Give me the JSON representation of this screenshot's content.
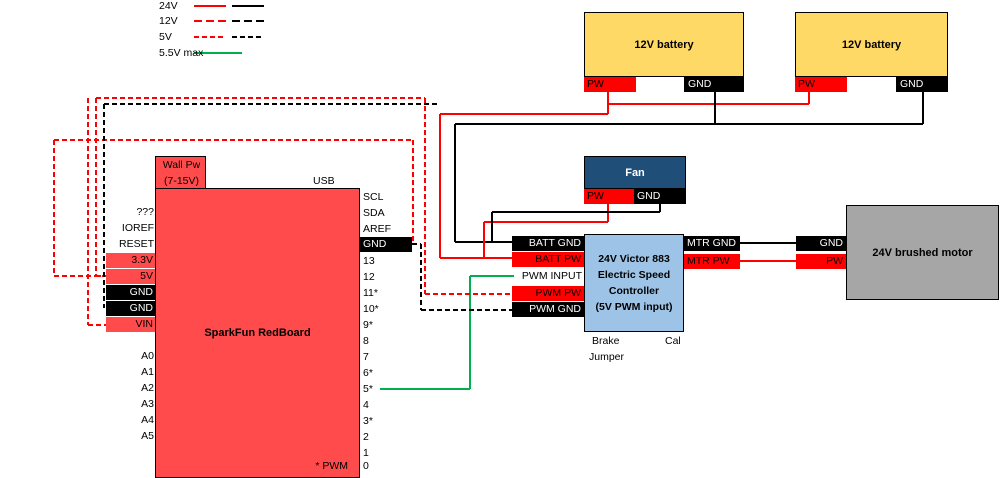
{
  "legend": [
    {
      "label": "24V",
      "color": "#ff0000",
      "style": "solid",
      "color2": "#000000",
      "style2": "solid"
    },
    {
      "label": "12V",
      "color": "#ff0000",
      "style": "dashed",
      "color2": "#000000",
      "style2": "dashed"
    },
    {
      "label": "5V",
      "color": "#ff0000",
      "style": "dashed",
      "color2": "#000000",
      "style2": "dashed"
    },
    {
      "label": "5.5V max",
      "color": "#00b050",
      "style": "solid"
    }
  ],
  "battery1": {
    "title": "12V battery",
    "pw": "PW",
    "gnd": "GND"
  },
  "battery2": {
    "title": "12V battery",
    "pw": "PW",
    "gnd": "GND"
  },
  "fan": {
    "title": "Fan",
    "pw": "PW",
    "gnd": "GND"
  },
  "esc": {
    "title_line1": "24V Victor 883",
    "title_line2": "Electric Speed",
    "title_line3": "Controller",
    "title_line4": "(5V PWM input)",
    "batt_gnd": "BATT GND",
    "batt_pw": "BATT PW",
    "pwm_input": "PWM INPUT",
    "pwm_pw": "PWM PW",
    "pwm_gnd": "PWM GND",
    "mtr_gnd": "MTR GND",
    "mtr_pw": "MTR PW",
    "brake": "Brake",
    "jumper": "Jumper",
    "cal": "Cal"
  },
  "motor": {
    "title": "24V brushed motor",
    "gnd": "GND",
    "pw": "PW"
  },
  "board": {
    "title": "SparkFun RedBoard",
    "wall_pw_line1": "Wall Pw",
    "wall_pw_line2": "(7-15V)",
    "usb": "USB",
    "left_top": [
      "???",
      "IOREF",
      "RESET"
    ],
    "power_pins": {
      "v33": "3.3V",
      "v5": "5V",
      "gnd1": "GND",
      "gnd2": "GND",
      "vin": "VIN"
    },
    "analog": [
      "A0",
      "A1",
      "A2",
      "A3",
      "A4",
      "A5"
    ],
    "right_top": [
      "SCL",
      "SDA",
      "AREF"
    ],
    "right_gnd": "GND",
    "digital": [
      "13",
      "12",
      "11*",
      "10*",
      "9*",
      "8",
      "7",
      "6*",
      "5*",
      "4",
      "3*",
      "2",
      "1"
    ],
    "pwm_note": "* PWM",
    "pin0": "0"
  },
  "colors": {
    "red": "#ff0000",
    "black": "#000000",
    "green": "#00b050",
    "battery": "#ffd966",
    "fan": "#1f4e78",
    "esc": "#9dc3e6",
    "motor": "#a6a6a6",
    "board": "#ff4b4b"
  }
}
